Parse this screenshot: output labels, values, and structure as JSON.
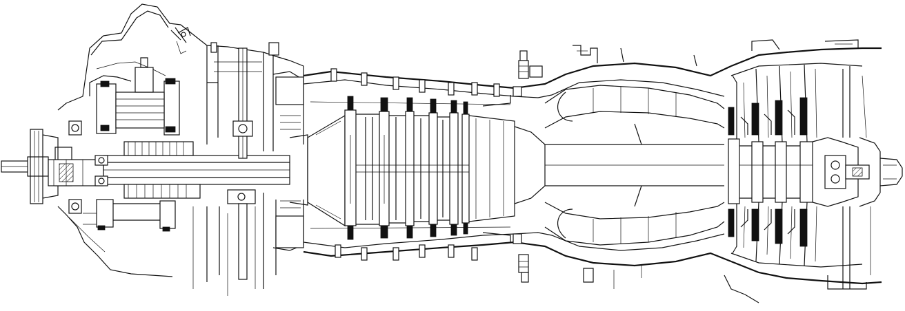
{
  "drawing": {
    "subject": "turboprop-engine-cross-section",
    "ink_color": "#111111",
    "paper_color": "#ffffff",
    "compressor_stages": 6,
    "turbine_stages": 4
  }
}
